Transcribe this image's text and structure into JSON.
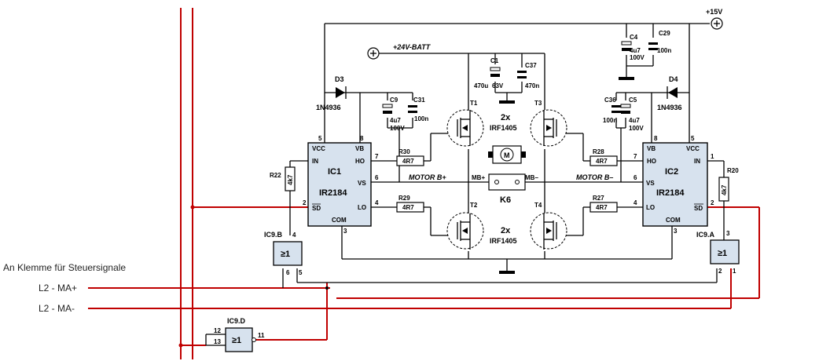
{
  "supply": {
    "v15": "+15V",
    "batt": "+24V-BATT"
  },
  "ic1": {
    "name": "IC1",
    "part": "IR2184",
    "pins": {
      "vcc": "VCC",
      "vb": "VB",
      "in": "IN",
      "ho": "HO",
      "vs": "VS",
      "sd": "SD",
      "lo": "LO",
      "com": "COM"
    },
    "pin_numbers": {
      "p5": "5",
      "p8": "8",
      "p7": "7",
      "p6": "6",
      "p2": "2",
      "p4": "4",
      "p3": "3"
    }
  },
  "ic2": {
    "name": "IC2",
    "part": "IR2184",
    "pins": {
      "vb": "VB",
      "vcc": "VCC",
      "ho": "HO",
      "in": "IN",
      "vs": "VS",
      "lo": "LO",
      "sd": "SD",
      "com": "COM"
    },
    "pin_numbers": {
      "p8": "8",
      "p5": "5",
      "p7": "7",
      "p1": "1",
      "p6": "6",
      "p4": "4",
      "p2": "2",
      "p3": "3"
    }
  },
  "diodes": {
    "d3": {
      "name": "D3",
      "part": "1N4936"
    },
    "d4": {
      "name": "D4",
      "part": "1N4936"
    }
  },
  "capacitors": {
    "c9": {
      "name": "C9",
      "v1": "4u7",
      "v2": "100V"
    },
    "c31": {
      "name": "C31",
      "v1": "100n"
    },
    "c1": {
      "name": "C1",
      "v1": "470u",
      "v2": "63V"
    },
    "c37": {
      "name": "C37",
      "v1": "470n"
    },
    "c4": {
      "name": "C4",
      "v1": "4u7",
      "v2": "100V"
    },
    "c29": {
      "name": "C29",
      "v1": "100n"
    },
    "c36": {
      "name": "C36",
      "v1": "100n"
    },
    "c5": {
      "name": "C5",
      "v1": "4u7",
      "v2": "100V"
    }
  },
  "resistors": {
    "r22": {
      "name": "R22",
      "value": "4k7"
    },
    "r30": {
      "name": "R30",
      "value": "4R7"
    },
    "r29": {
      "name": "R29",
      "value": "4R7"
    },
    "r28": {
      "name": "R28",
      "value": "4R7"
    },
    "r27": {
      "name": "R27",
      "value": "4R7"
    },
    "r20": {
      "name": "R20",
      "value": "4k7"
    }
  },
  "transistors": {
    "t1": "T1",
    "t2": "T2",
    "t3": "T3",
    "t4": "T4",
    "pair_top": {
      "count": "2x",
      "part": "IRF1405"
    },
    "pair_bottom": {
      "count": "2x",
      "part": "IRF1405"
    }
  },
  "motor": {
    "symbol": "M",
    "connector": "K6",
    "mb_plus": "MB+",
    "mb_minus": "MB–",
    "net_b_plus": "MOTOR B+",
    "net_b_minus": "MOTOR B–"
  },
  "gates": {
    "ic9b": {
      "name": "IC9.B",
      "symbol": "≥1",
      "pin_out": "4",
      "pin_a": "6",
      "pin_b": "5"
    },
    "ic9a": {
      "name": "IC9.A",
      "symbol": "≥1",
      "pin_out": "3",
      "pin_a": "2",
      "pin_b": "1"
    },
    "ic9d": {
      "name": "IC9.D",
      "symbol": "≥1",
      "pin_a": "12",
      "pin_b": "13",
      "pin_out": "11"
    }
  },
  "side_labels": {
    "header": "An Klemme für Steuersignale",
    "ma_plus": "L2 - MA+",
    "ma_minus": "L2 - MA-"
  }
}
